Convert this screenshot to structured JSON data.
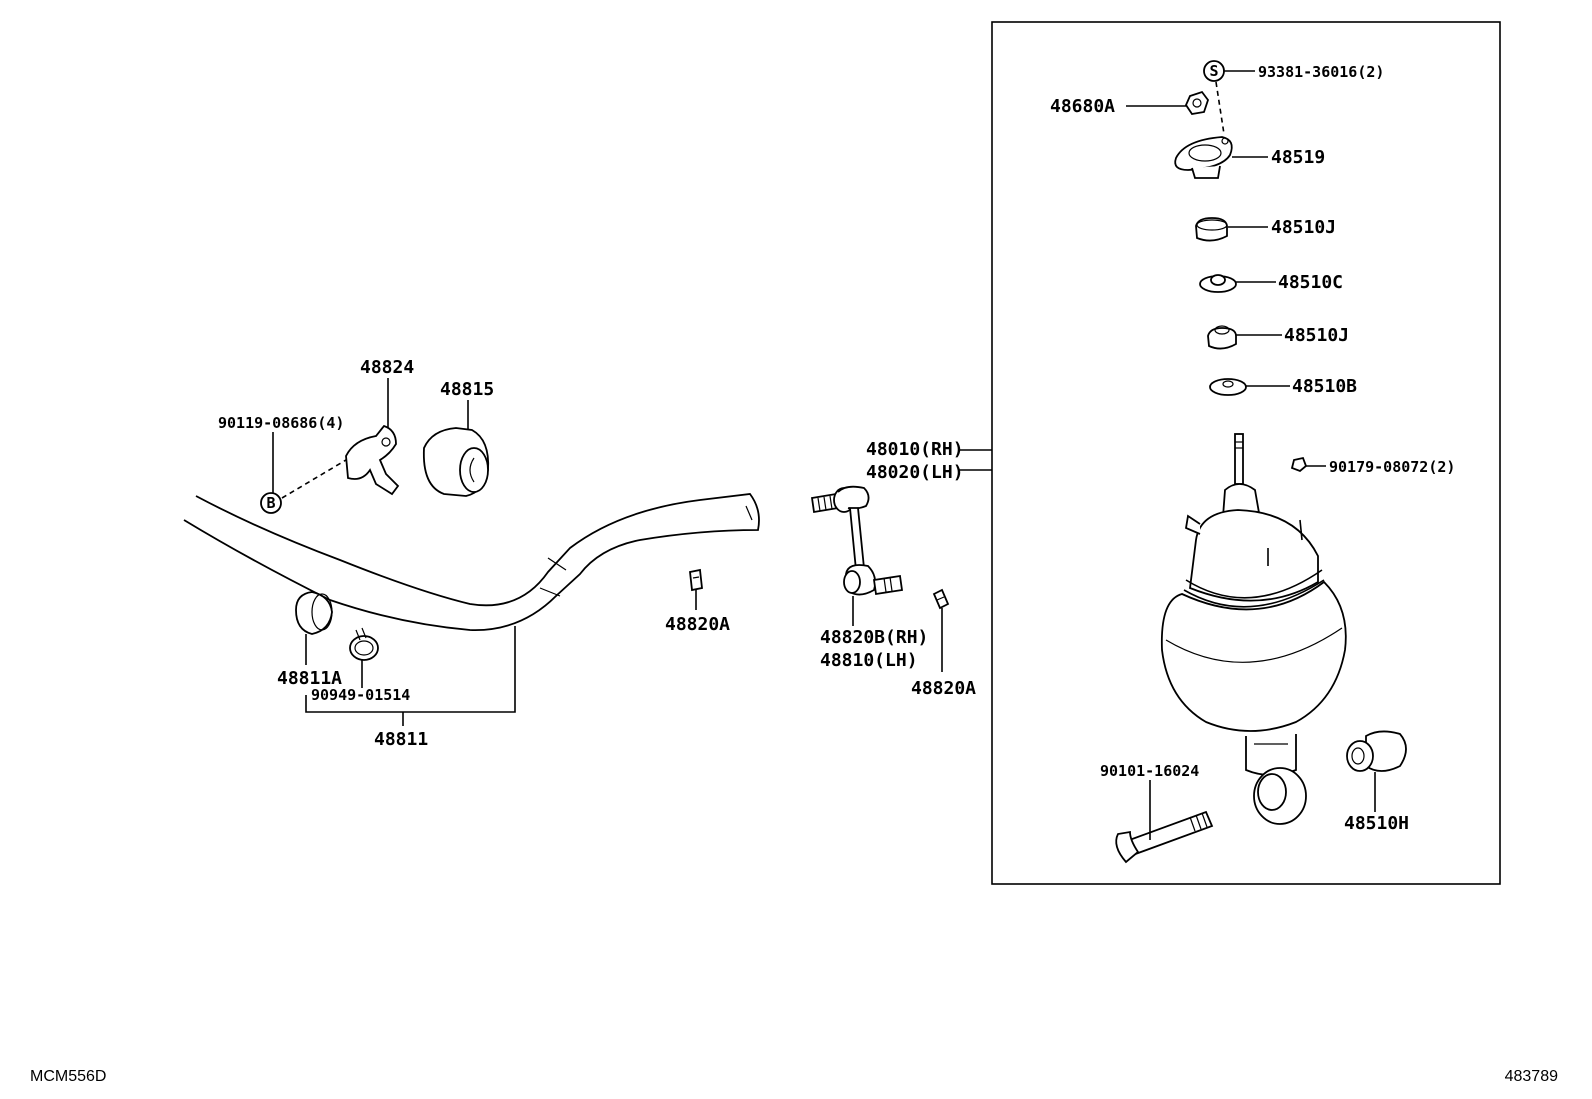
{
  "labels": {
    "p93381": "93381-36016(2)",
    "p48680A": "48680A",
    "p48519": "48519",
    "p48510J_a": "48510J",
    "p48510C": "48510C",
    "p48510J_b": "48510J",
    "p48510B": "48510B",
    "p48010": "48010(RH)",
    "p48020": "48020(LH)",
    "p90179": "90179-08072(2)",
    "p48824": "48824",
    "p48815": "48815",
    "p90119": "90119-08686(4)",
    "p48820A_1": "48820A",
    "p48820B": "48820B(RH)",
    "p48810": "48810(LH)",
    "p48820A_2": "48820A",
    "p48811A": "48811A",
    "p90949": "90949-01514",
    "p48811": "48811",
    "p90101": "90101-16024",
    "p48510H": "48510H"
  },
  "symbols": {
    "s_mark": "S",
    "b_mark": "B"
  },
  "footer": {
    "left_code": "MCM556D",
    "right_code": "483789"
  }
}
